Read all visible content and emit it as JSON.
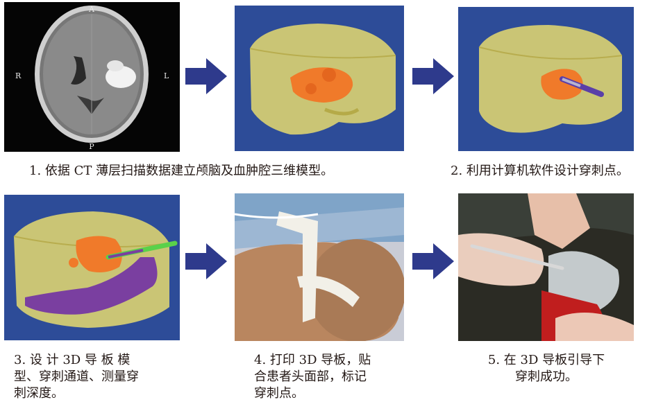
{
  "ct_markers": {
    "top": "A",
    "left": "R",
    "right": "L",
    "bottom": "P"
  },
  "captions": {
    "step1": "1. 依据 CT 薄层扫描数据建立颅脑及血肿腔三维模型。",
    "step2": "2. 利用计算机软件设计穿刺点。",
    "step3": [
      "3. 设 计 3D 导 板 模",
      "型、穿刺通道、测量穿",
      "刺深度。"
    ],
    "step4": [
      "4. 打印 3D 导板，贴",
      "合患者头面部，标记",
      "穿刺点。"
    ],
    "step5": [
      "5. 在 3D 导板引导下",
      "穿刺成功。"
    ]
  },
  "colors": {
    "arrow": "#2e3a8c",
    "render_background": "#2d4c98",
    "skull": "#d8cf72",
    "hematoma": "#f07a2a",
    "guide_plate": "#7a3fa0",
    "needle": "#5ad14a"
  },
  "icons": {
    "arrow": "right-arrow-icon"
  }
}
